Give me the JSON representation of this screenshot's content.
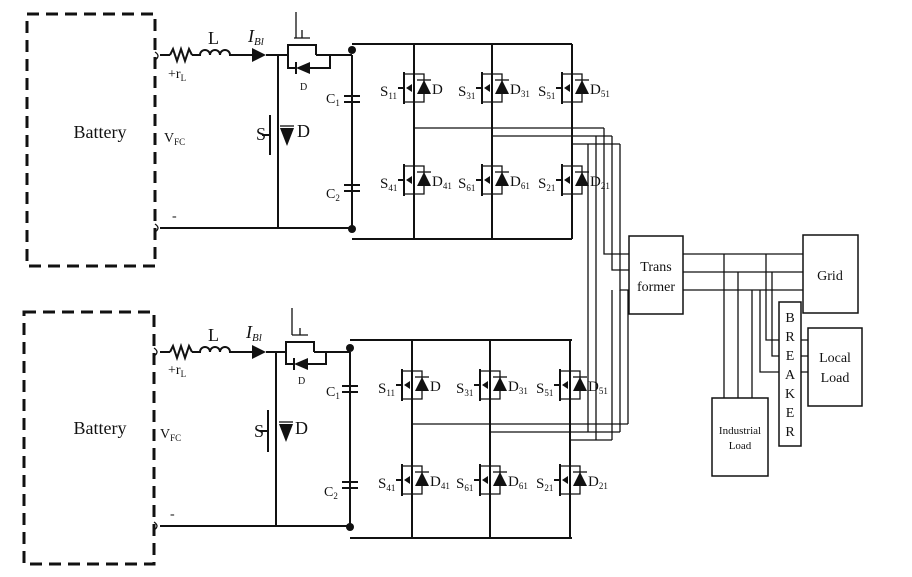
{
  "battery_label": "Battery",
  "inductor_label": "L",
  "current_label": "I",
  "current_sub": "Bl",
  "rl_label": "+r",
  "rl_sub": "L",
  "vfc_label": "V",
  "vfc_sub": "FC",
  "minus_label": "-",
  "boost_switch": "S",
  "diode_label": "D",
  "cap1": "C",
  "cap1_sub": "1",
  "cap2": "C",
  "cap2_sub": "2",
  "transformer_line1": "Trans",
  "transformer_line2": "former",
  "grid_label": "Grid",
  "local_line1": "Local",
  "local_line2": "Load",
  "industrial_line1": "Industrial",
  "industrial_line2": "Load",
  "breaker_letters": [
    "B",
    "R",
    "E",
    "A",
    "K",
    "E",
    "R"
  ],
  "top_inverter": {
    "top_row": [
      {
        "s": "S",
        "s_sub": "11",
        "d": "D",
        "d_sub": ""
      },
      {
        "s": "S",
        "s_sub": "31",
        "d": "D",
        "d_sub": "31"
      },
      {
        "s": "S",
        "s_sub": "51",
        "d": "D",
        "d_sub": "51"
      }
    ],
    "bottom_row": [
      {
        "s": "S",
        "s_sub": "41",
        "d": "D",
        "d_sub": "41"
      },
      {
        "s": "S",
        "s_sub": "61",
        "d": "D",
        "d_sub": "61"
      },
      {
        "s": "S",
        "s_sub": "21",
        "d": "D",
        "d_sub": "21"
      }
    ]
  },
  "bottom_inverter": {
    "top_row": [
      {
        "s": "S",
        "s_sub": "11",
        "d": "D",
        "d_sub": ""
      },
      {
        "s": "S",
        "s_sub": "31",
        "d": "D",
        "d_sub": "31"
      },
      {
        "s": "S",
        "s_sub": "51",
        "d": "D",
        "d_sub": "51"
      }
    ],
    "bottom_row": [
      {
        "s": "S",
        "s_sub": "41",
        "d": "D",
        "d_sub": "41"
      },
      {
        "s": "S",
        "s_sub": "61",
        "d": "D",
        "d_sub": "61"
      },
      {
        "s": "S",
        "s_sub": "21",
        "d": "D",
        "d_sub": "21"
      }
    ]
  }
}
